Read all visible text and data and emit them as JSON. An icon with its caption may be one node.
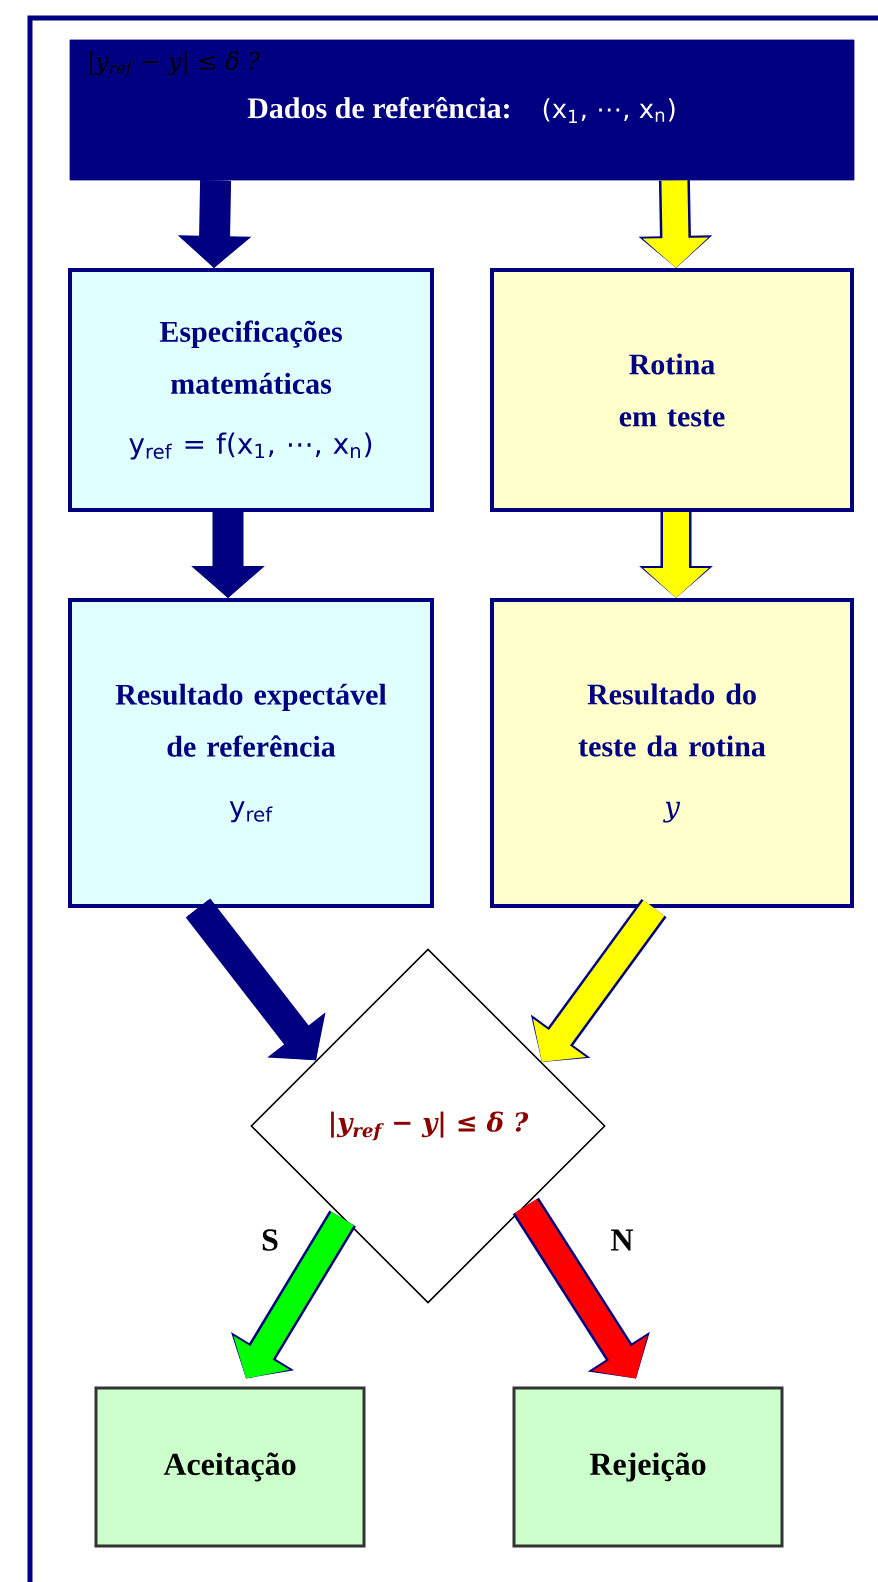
{
  "diagram": {
    "nodes": [
      {
        "text": [
          "Dados de referência:",
          "(x$_{1}$, ⋯, x$_{n}$)"
        ]
      },
      {
        "text": [
          "Especificações matemáticas",
          "y$_{ref}$ = f(x$_{1}$, ⋯, x$_{n}$)"
        ]
      },
      {
        "text": [
          "Rotina em teste"
        ]
      },
      {
        "text": [
          "Resultado expectável de referência",
          "y$_{ref}$"
        ]
      },
      {
        "text": [
          "Resultado do teste da rotina",
          "y"
        ]
      },
      {
        "text": [
          "|y$_{ref}$ − y| ≤ δ ?"
        ]
      },
      {
        "text": [
          "Aceitação"
        ]
      },
      {
        "text": [
          "Rejeição"
        ]
      }
    ],
    "edges": [
      {
        "from": 0,
        "to": 1,
        "arrow": "to"
      },
      {
        "from": 0,
        "to": 2,
        "arrow": "to",
        "color": "#ffff00"
      },
      {
        "from": 1,
        "to": 3,
        "arrow": "to"
      },
      {
        "from": 2,
        "to": 4,
        "arrow": "to",
        "color": "#ffff00"
      },
      {
        "from": 3,
        "to": 5,
        "arrow": "to"
      },
      {
        "from": 4,
        "to": 5,
        "arrow": "to",
        "color": "#ffff00"
      },
      {
        "from": 5,
        "to": 6,
        "arrow": "to",
        "label": "S",
        "color": "#00ff00"
      },
      {
        "from": 5,
        "to": 7,
        "arrow": "to",
        "label": "N",
        "color": "#ff0000"
      }
    ],
    "labels": [
      "|y$_{ref}$ − y| ≤ δ ?"
    ]
  }
}
